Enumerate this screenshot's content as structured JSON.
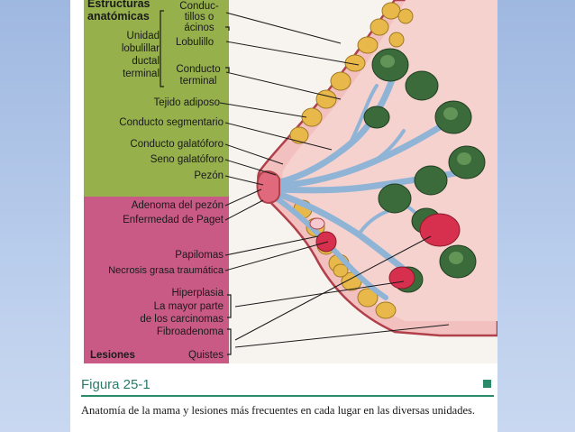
{
  "heading": {
    "line1": "Estructuras",
    "line2": "anatómicas"
  },
  "unit_label": {
    "line1": "Unidad",
    "line2": "lobulillar",
    "line3": "ductal",
    "line4": "terminal"
  },
  "unit_parts": [
    {
      "line1": "Conduc-",
      "line2": "tillos o",
      "line3": "ácinos"
    },
    {
      "line1": "Lobulillo"
    },
    {
      "line1": "Conducto",
      "line2": "terminal"
    }
  ],
  "structures": [
    "Tejido adiposo",
    "Conducto segmentario",
    "Conducto galatóforo",
    "Seno galatóforo",
    "Pezón"
  ],
  "lesions_heading": "Lesiones",
  "lesions": [
    "Adenoma del pezón",
    "Enfermedad de Paget",
    "Papilomas",
    "Necrosis grasa traumática",
    "Hiperplasia",
    "La mayor parte",
    "de los carcinomas",
    "Fibroadenoma",
    "Quistes"
  ],
  "figure": {
    "title": "Figura 25-1",
    "caption": "Anatomía de la mama y lesiones más frecuentes en cada lugar en las diversas unidades."
  },
  "colors": {
    "green_panel": "#96b04c",
    "pink_panel": "#c95a86",
    "lobule": "#3b6b3b",
    "duct": "#8fb4d6",
    "fat": "#e8b84a",
    "skin": "#f3c0c0",
    "lesion": "#d6304e",
    "accent": "#2a8a6a"
  }
}
